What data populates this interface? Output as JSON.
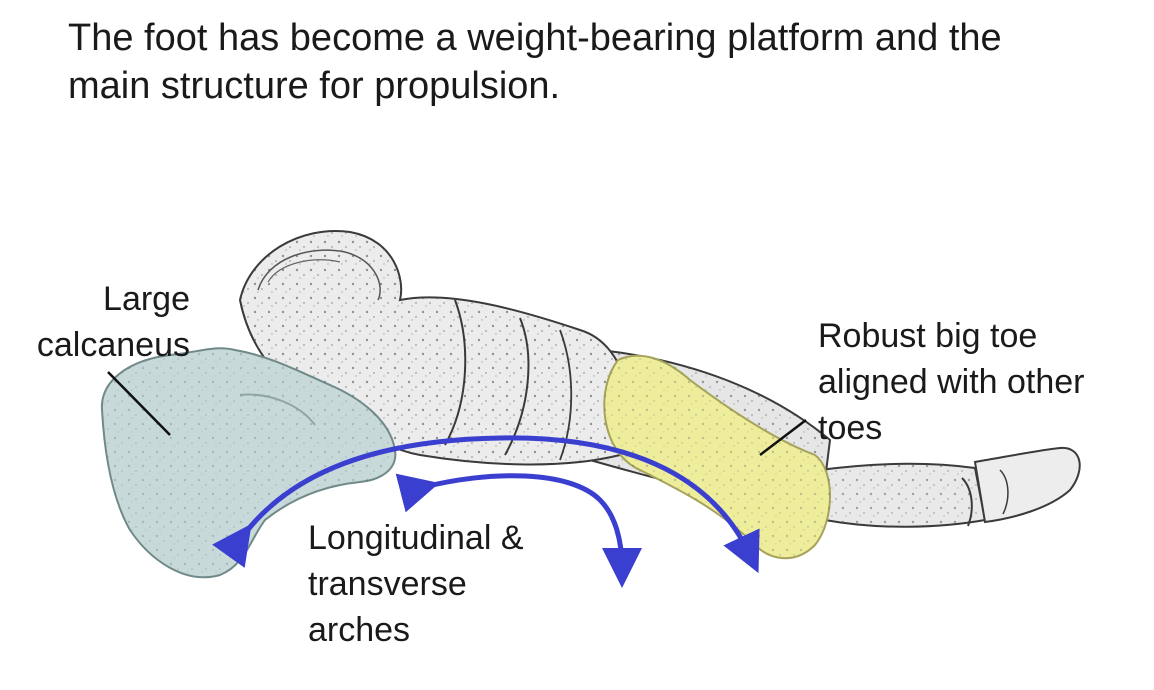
{
  "heading": {
    "line1": "The foot has become a weight-bearing platform and the",
    "line2": "main structure for propulsion."
  },
  "labels": {
    "calcaneus": {
      "line1": "Large",
      "line2": "calcaneus"
    },
    "big_toe": {
      "line1": "Robust big toe",
      "line2": "aligned with other",
      "line3": "toes"
    },
    "arches": {
      "line1": "Longitudinal &",
      "line2": "transverse",
      "line3": "arches"
    }
  },
  "colors": {
    "calcaneus_fill": "#c7d9d8",
    "big_toe_fill": "#eeed9b",
    "arch_arrow": "#3a3fd0",
    "bone_fill": "#e9e9e9",
    "bone_stroke": "#3a3a3a"
  }
}
